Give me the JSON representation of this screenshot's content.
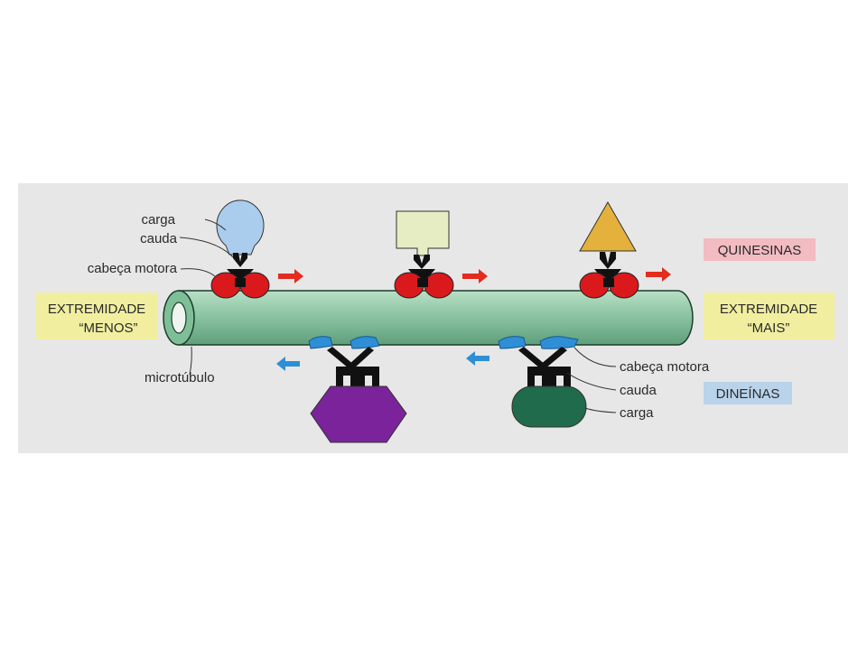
{
  "labels": {
    "carga_top": "carga",
    "cauda_top": "cauda",
    "cabeca_top": "cabeça motora",
    "minus_line1": "EXTREMIDADE",
    "minus_line2": "“MENOS”",
    "plus_line1": "EXTREMIDADE",
    "plus_line2": "“MAIS”",
    "microtubulo": "microtúbulo",
    "cabeca_bottom": "cabeça motora",
    "cauda_bottom": "cauda",
    "carga_bottom": "carga",
    "quinesinas": "QUINESINAS",
    "dineinas": "DINEÍNAS"
  },
  "colors": {
    "panel": "#e7e7e7",
    "tube": "#8cc5a2",
    "kinesin_head": "#d9191c",
    "kinesin_arrow": "#e32b1e",
    "dynein_head": "#2e8fd6",
    "dynein_arrow": "#2e8fd6",
    "quinesinas_box": "#f2bcc2",
    "dineinas_box": "#b9d3ea",
    "end_box": "#f1eea0",
    "cargo_sphere": "#aacdee",
    "cargo_square": "#e6edc2",
    "cargo_triangle": "#e3b13c",
    "cargo_hexagon": "#7a239a",
    "cargo_oval": "#1f6b4b"
  }
}
